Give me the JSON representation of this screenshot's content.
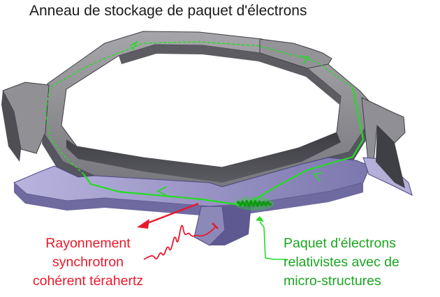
{
  "title": "Anneau de stockage de paquet d'électrons",
  "labels": {
    "radiation": "Rayonnement\nsynchrotron\ncohérent térahertz",
    "bunch": "Paquet d'électrons\nrelativistes avec de\nmicro-structures"
  },
  "colors": {
    "ring_top": "#8f8f93",
    "ring_dark": "#4a4a50",
    "chamber_purple": "#8a85b8",
    "beam_green": "#22dd22",
    "label_green": "#1aa520",
    "radiation_red": "#e8192c",
    "title_text": "#1a1a1a"
  }
}
